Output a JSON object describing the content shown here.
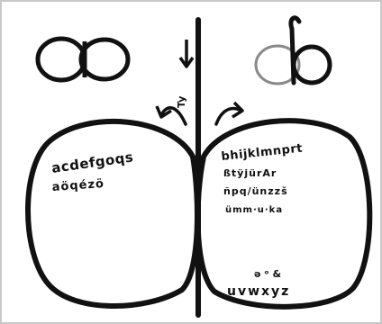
{
  "drawing": {
    "left_letter_sample": "a",
    "right_letter_sample": "b",
    "divider_label": "Ty",
    "left_lobe_text_line1": "acdefgoqs",
    "left_lobe_text_line2": "aöqézö",
    "right_lobe_text_line1": "bhijklmnprt",
    "right_lobe_text_line2": "ßtÿjürAr",
    "right_lobe_text_line3": "ñpq/ünzzš",
    "right_lobe_text_line4": "ümm·u·ka",
    "right_lobe_text_line5": "uvwxyz",
    "colors": {
      "ink": "#111111",
      "paper": "#ffffff",
      "frame": "#c9c9c9",
      "faint_ink": "#8a8a8a"
    },
    "icons": [
      "down-arrow-icon",
      "left-curved-arrow-icon",
      "right-curved-arrow-icon"
    ]
  }
}
